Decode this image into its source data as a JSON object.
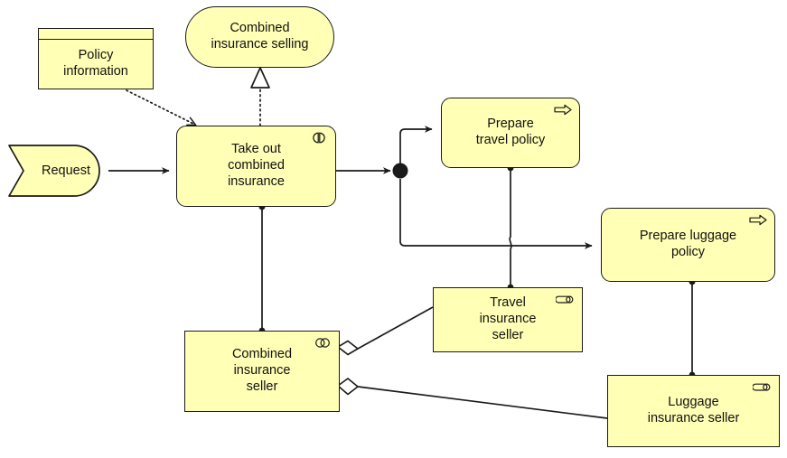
{
  "diagram": {
    "title": "Combined insurance selling",
    "notation": "ArchiMate business layer",
    "colors": {
      "fill": "#ffffb5",
      "stroke": "#1a1a1a",
      "text": "#111111",
      "background": "#ffffff"
    }
  },
  "nodes": {
    "policy_information": {
      "label": "Policy\ninformation",
      "type": "business-object",
      "icon": "business-object-icon"
    },
    "combined_insurance_selling": {
      "label": "Combined\ninsurance selling",
      "type": "business-service",
      "icon": "business-service-icon"
    },
    "request": {
      "label": "Request",
      "type": "business-event",
      "icon": "business-event-icon"
    },
    "take_out_combined_insurance": {
      "label": "Take out\ncombined\ninsurance",
      "type": "business-interaction",
      "icon": "business-interaction-icon"
    },
    "prepare_travel_policy": {
      "label": "Prepare\ntravel policy",
      "type": "business-process",
      "icon": "business-process-icon"
    },
    "prepare_luggage_policy": {
      "label": "Prepare luggage\npolicy",
      "type": "business-process",
      "icon": "business-process-icon"
    },
    "travel_insurance_seller": {
      "label": "Travel\ninsurance\nseller",
      "type": "business-role",
      "icon": "business-role-icon"
    },
    "combined_insurance_seller": {
      "label": "Combined\ninsurance\nseller",
      "type": "business-collaboration",
      "icon": "business-collaboration-icon"
    },
    "luggage_insurance_seller": {
      "label": "Luggage\ninsurance seller",
      "type": "business-role",
      "icon": "business-role-icon"
    }
  },
  "edges": [
    {
      "id": "e1",
      "from": "policy_information",
      "to": "take_out_combined_insurance",
      "type": "access",
      "style": "dotted-open-arrow"
    },
    {
      "id": "e2",
      "from": "take_out_combined_insurance",
      "to": "combined_insurance_selling",
      "type": "realization",
      "style": "dotted-hollow-triangle"
    },
    {
      "id": "e3",
      "from": "request",
      "to": "take_out_combined_insurance",
      "type": "triggering",
      "style": "solid-filled-arrow"
    },
    {
      "id": "e4",
      "from": "take_out_combined_insurance",
      "to": "junction",
      "type": "triggering",
      "style": "solid-filled-arrow"
    },
    {
      "id": "e5",
      "from": "junction",
      "to": "prepare_travel_policy",
      "type": "triggering",
      "style": "solid-filled-arrow"
    },
    {
      "id": "e6",
      "from": "junction",
      "to": "prepare_luggage_policy",
      "type": "triggering",
      "style": "solid-filled-arrow"
    },
    {
      "id": "e7",
      "from": "travel_insurance_seller",
      "to": "prepare_travel_policy",
      "type": "assignment",
      "style": "solid-ball-end"
    },
    {
      "id": "e8",
      "from": "luggage_insurance_seller",
      "to": "prepare_luggage_policy",
      "type": "assignment",
      "style": "solid-ball-end"
    },
    {
      "id": "e9",
      "from": "combined_insurance_seller",
      "to": "take_out_combined_insurance",
      "type": "assignment",
      "style": "solid-ball-end"
    },
    {
      "id": "e10",
      "from": "combined_insurance_seller",
      "to": "travel_insurance_seller",
      "type": "aggregation",
      "style": "hollow-diamond"
    },
    {
      "id": "e11",
      "from": "combined_insurance_seller",
      "to": "luggage_insurance_seller",
      "type": "aggregation",
      "style": "hollow-diamond"
    }
  ],
  "junction": {
    "label": "",
    "type": "and-junction"
  }
}
